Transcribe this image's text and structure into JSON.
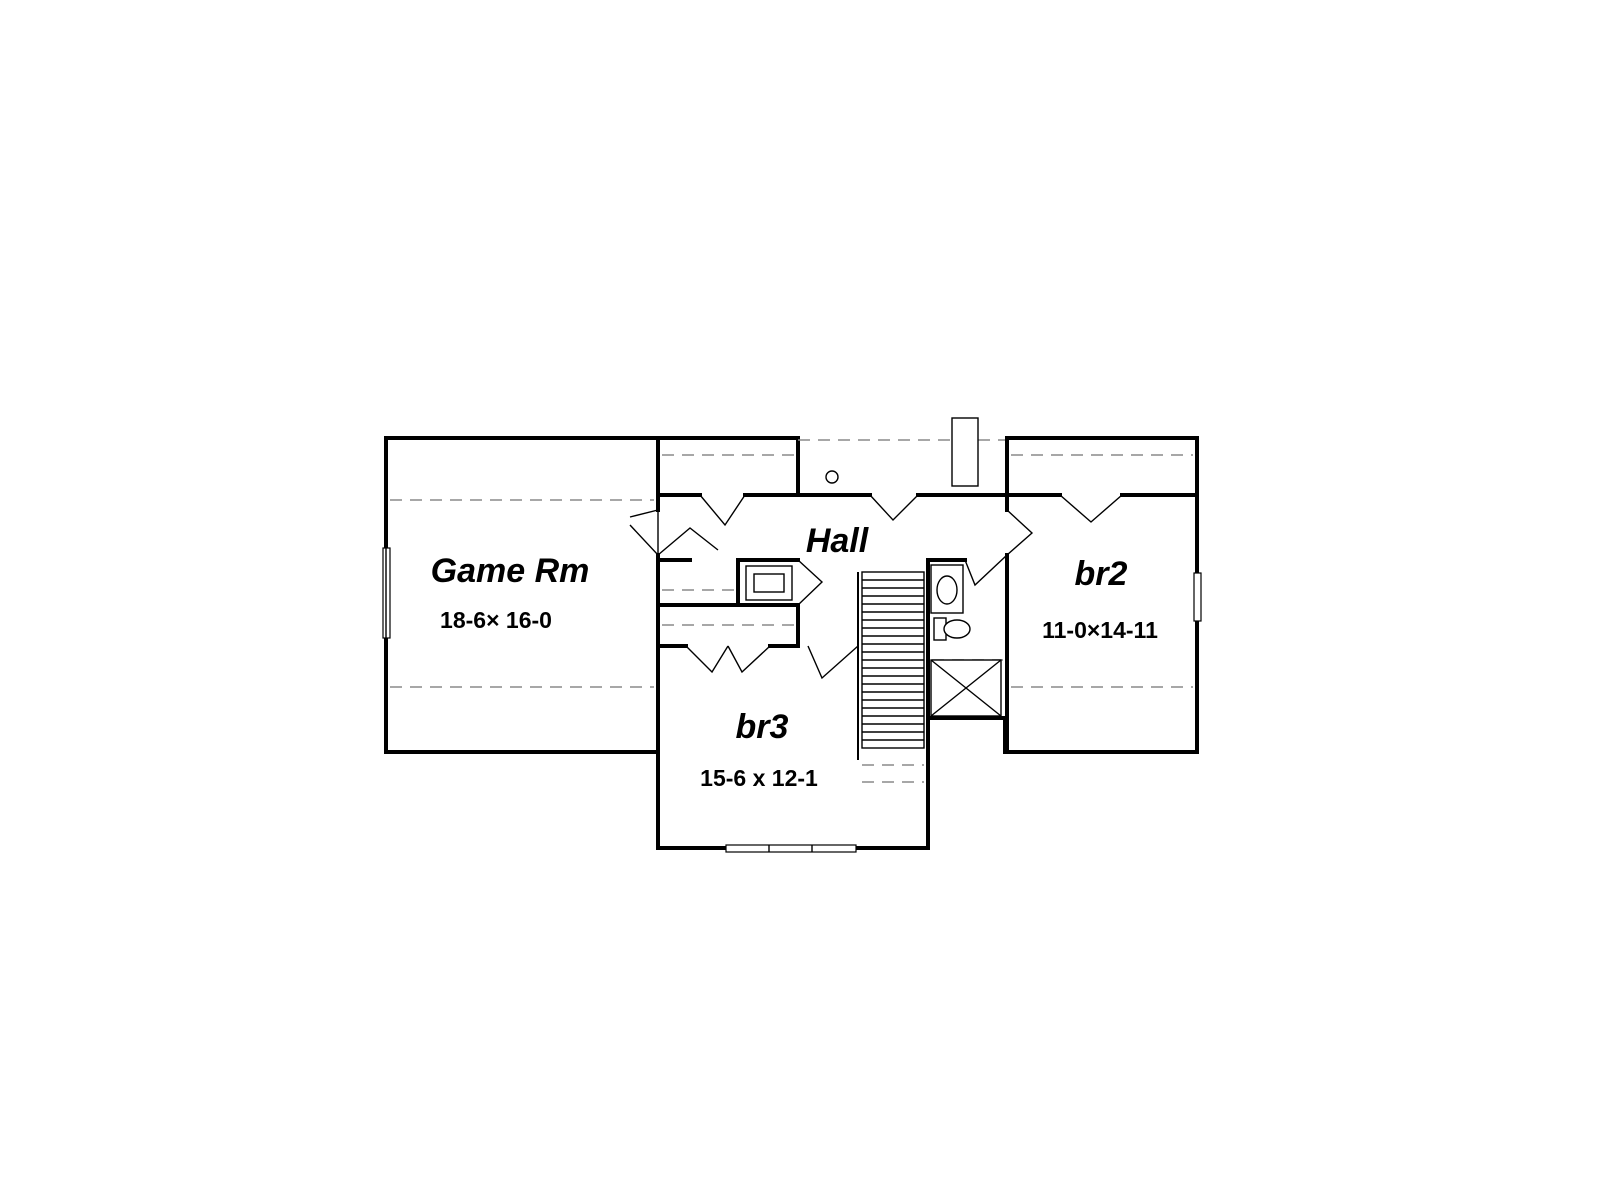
{
  "rooms": {
    "game_room": {
      "name": "Game Rm",
      "dimensions": "18-6× 16-0"
    },
    "hall": {
      "name": "Hall"
    },
    "bedroom_2": {
      "name": "br2",
      "dimensions": "11-0×14-11"
    },
    "bedroom_3": {
      "name": "br3",
      "dimensions": "15-6 x 12-1"
    }
  }
}
